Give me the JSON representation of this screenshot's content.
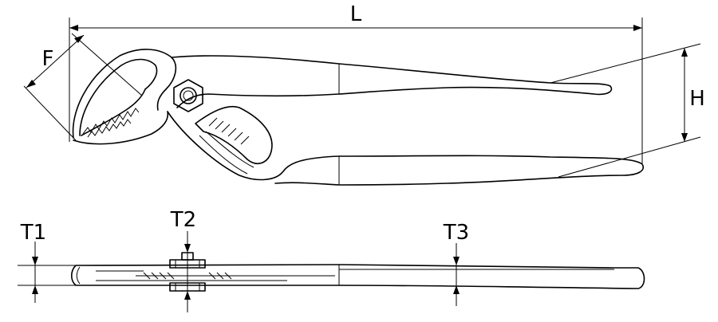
{
  "labels": {
    "length": "L",
    "jaw_opening": "F",
    "height": "H",
    "thickness_tip": "T1",
    "thickness_joint": "T2",
    "thickness_handle": "T3"
  }
}
